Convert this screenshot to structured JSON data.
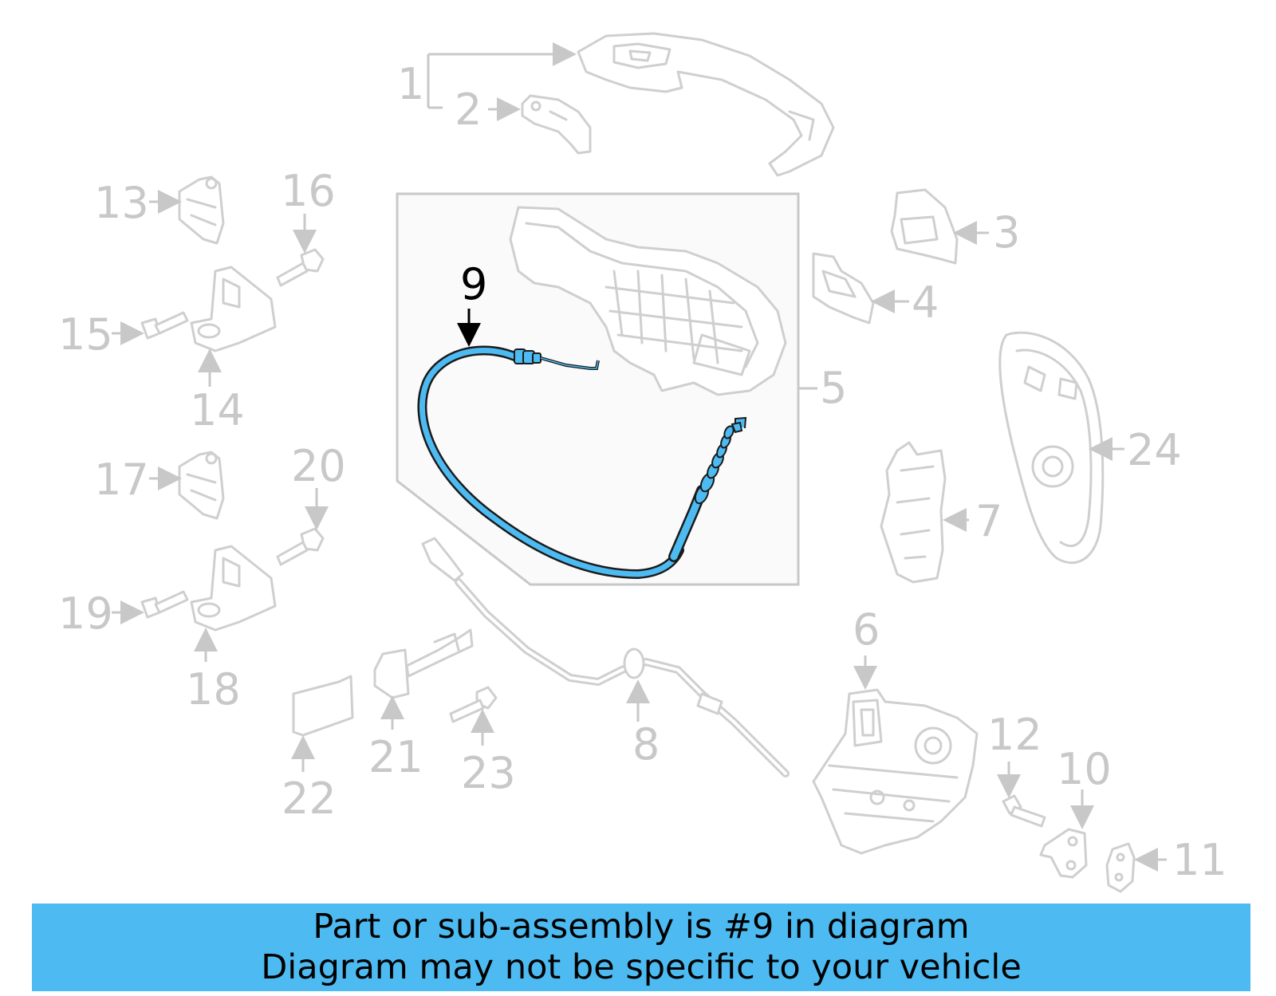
{
  "diagram": {
    "highlighted_part": "9",
    "highlight_color": "#4dbbf1",
    "labels": {
      "l1": "1",
      "l2": "2",
      "l3": "3",
      "l4": "4",
      "l5": "5",
      "l6": "6",
      "l7": "7",
      "l8": "8",
      "l9": "9",
      "l10": "10",
      "l11": "11",
      "l12": "12",
      "l13": "13",
      "l14": "14",
      "l15": "15",
      "l16": "16",
      "l17": "17",
      "l18": "18",
      "l19": "19",
      "l20": "20",
      "l21": "21",
      "l22": "22",
      "l23": "23",
      "l24": "24"
    }
  },
  "banner": {
    "line1": "Part or sub-assembly is #9 in diagram",
    "line2": "Diagram may not be specific to your vehicle"
  }
}
